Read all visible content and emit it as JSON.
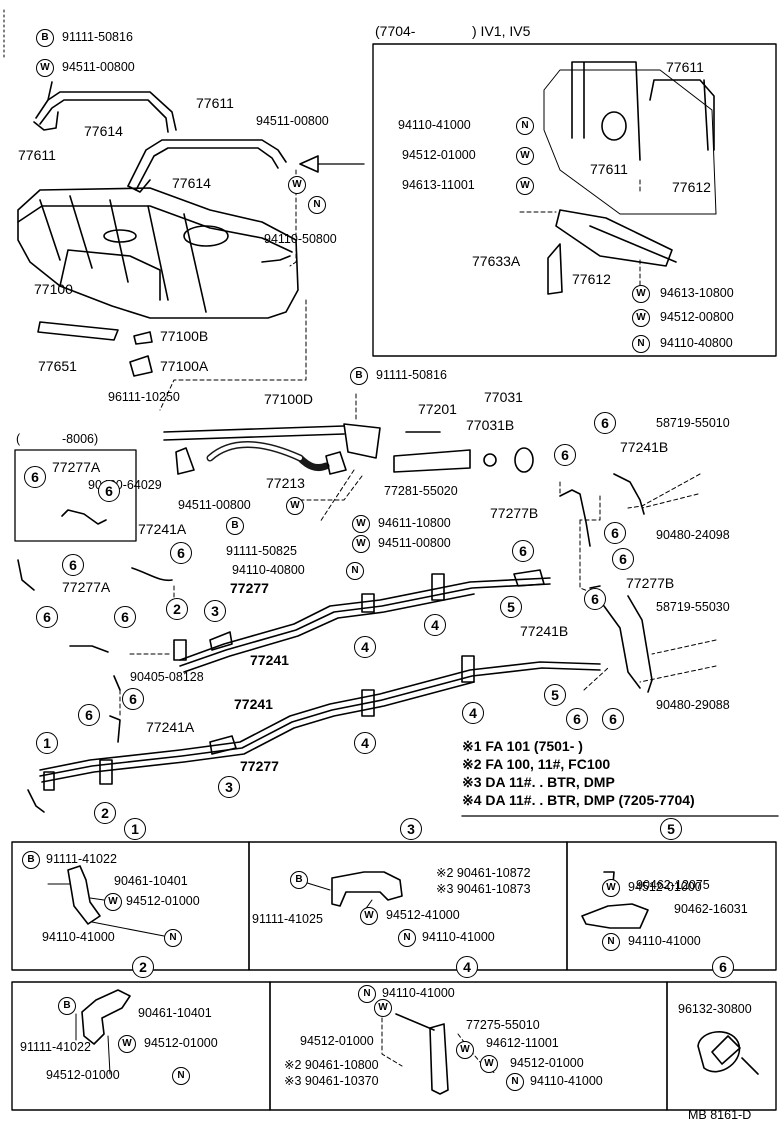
{
  "header": {
    "model": "(7704-",
    "model_end": ") IV1, IV5",
    "short_range": "(",
    "short_range_end": "-8006)"
  },
  "symbols": {
    "bolt": "B",
    "washer": "W",
    "nut": "N"
  },
  "parts": {
    "p1": "91111-50816",
    "p2": "94511-00800",
    "p3": "77614",
    "p4": "77611",
    "p5": "77611",
    "p6": "77614",
    "p7": "94511-00800",
    "p8": "94110-50800",
    "p9": "77100",
    "p10": "77100B",
    "p11": "77651",
    "p12": "77100A",
    "p13": "77611",
    "p14": "94110-41000",
    "p15": "94512-01000",
    "p16": "94613-11001",
    "p17": "77611",
    "p18": "77612",
    "p19": "77633A",
    "p20": "77612",
    "p21": "94613-10800",
    "p22": "94512-00800",
    "p23": "94110-40800",
    "p24": "91111-50816",
    "p25": "96111-10250",
    "p26": "77100D",
    "p27": "77201",
    "p28": "77031",
    "p29": "77031B",
    "p30": "58719-55010",
    "p31": "77241B",
    "p32": "90460-64029",
    "p33": "77213",
    "p34": "77281-55020",
    "p35": "94511-00800",
    "p36": "94611-10800",
    "p37": "94511-00800",
    "p38": "91111-50825",
    "p39": "94110-40800",
    "p40": "90480-24098",
    "p41": "77277B",
    "p42": "77277A",
    "p43": "77241A",
    "p44": "77277A",
    "p45": "77277",
    "p46": "77241",
    "p47": "90405-08128",
    "p48": "77241A",
    "p49": "77241",
    "p50": "77277",
    "p51": "77241B",
    "p52": "77277B",
    "p53": "58719-55030",
    "p54": "90480-29088"
  },
  "callouts": {
    "c1": "1",
    "c2": "2",
    "c3": "3",
    "c4": "4",
    "c5": "5",
    "c6": "6"
  },
  "notes": {
    "n1": "※1 FA 101 (7501-          )",
    "n2": "※2 FA 100, 11#, FC100",
    "n3": "※3 DA 11#. . BTR, DMP",
    "n4": "※4 DA 11#. . BTR, DMP (7205-7704)"
  },
  "detail1": {
    "a": "91111-41022",
    "b": "90461-10401",
    "c": "94512-01000",
    "d": "94110-41000"
  },
  "detail3": {
    "a": "※2 90461-10872",
    "b": "※3 90461-10873",
    "c": "91111-41025",
    "d": "94512-41000",
    "e": "94110-41000"
  },
  "detail5": {
    "a": "90462-12075",
    "b": "94512-01000",
    "c": "90462-16031",
    "d": "94110-41000"
  },
  "detail2": {
    "a": "90461-10401",
    "b": "91111-41022",
    "c": "94512-01000",
    "d": "94512-01000"
  },
  "detail4": {
    "a": "94110-41000",
    "b": "77275-55010",
    "c": "94512-01000",
    "d": "94612-11001",
    "e": "94512-01000",
    "f": "※2 90461-10800",
    "g": "※3 90461-10370",
    "h": "94110-41000"
  },
  "detail6": {
    "a": "96132-30800"
  },
  "footer": {
    "code": "MB  8161-D"
  }
}
